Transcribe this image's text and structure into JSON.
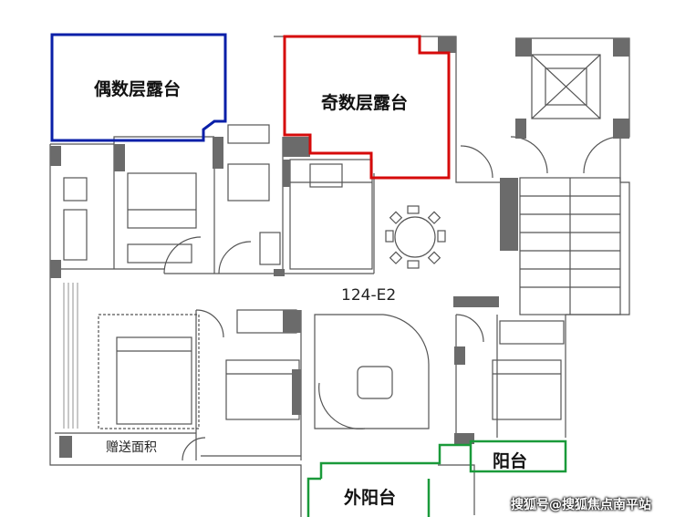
{
  "labels": {
    "even_terrace": "偶数层露台",
    "odd_terrace": "奇数层露台",
    "plan_code": "124-E2",
    "gift_area": "赠送面积",
    "balcony": "阳台",
    "outer_balcony": "外阳台",
    "watermark": "搜狐号@搜狐焦点南平站"
  },
  "colors": {
    "even_terrace_outline": "#0a1fa8",
    "odd_terrace_outline": "#d60a0a",
    "balcony_outline": "#1a9a3a",
    "wall": "#6b6b6b",
    "line": "#444444"
  }
}
